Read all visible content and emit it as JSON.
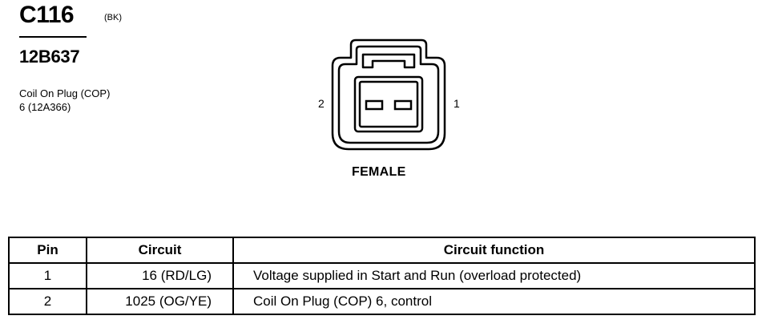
{
  "connector": {
    "id": "C116",
    "color": "(BK)",
    "part_number": "12B637",
    "description_lines": [
      "Coil On Plug (COP)",
      "6 (12A366)"
    ],
    "pin_labels": {
      "left": "2",
      "right": "1"
    },
    "gender": "FEMALE"
  },
  "table": {
    "headers": [
      "Pin",
      "Circuit",
      "Circuit function"
    ],
    "rows": [
      {
        "pin": "1",
        "circuit": "16 (RD/LG)",
        "function": "Voltage supplied in Start and Run (overload protected)"
      },
      {
        "pin": "2",
        "circuit": "1025 (OG/YE)",
        "function": "Coil On Plug (COP) 6, control"
      }
    ]
  }
}
